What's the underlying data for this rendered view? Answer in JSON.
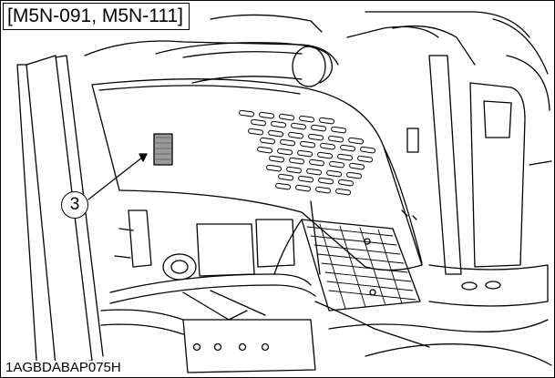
{
  "model_label": "[M5N-091, M5N-111]",
  "callouts": [
    {
      "number": "3"
    }
  ],
  "figure_code": "1AGBDABAP075H",
  "colors": {
    "line": "#000000",
    "background": "#ffffff",
    "label_fill": "#9a9a9a"
  }
}
